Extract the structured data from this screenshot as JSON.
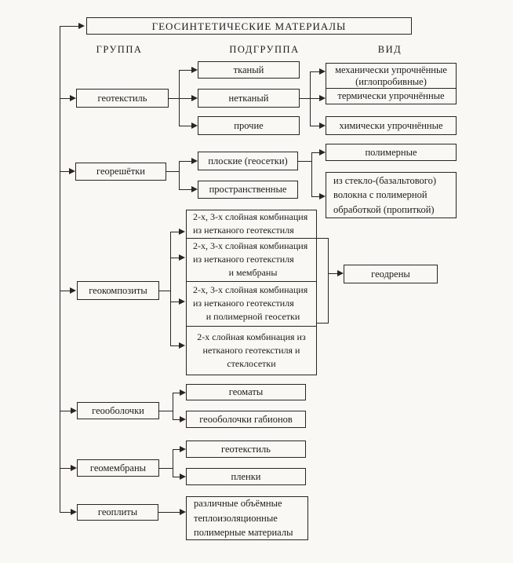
{
  "diagram": {
    "title": "ГЕОСИНТЕТИЧЕСКИЕ МАТЕРИАЛЫ",
    "headers": {
      "group": "ГРУППА",
      "subgroup": "ПОДГРУППА",
      "kind": "ВИД"
    }
  },
  "groups": {
    "geotextile": "геотекстиль",
    "geogrids": "георешётки",
    "geocomposites": "геокомпозиты",
    "geoshells": "геооболочки",
    "geomembranes": "геомембраны",
    "geoplates": "геоплиты"
  },
  "subgroups": {
    "woven": "тканый",
    "nonwoven": "нетканый",
    "other": "прочие",
    "flat": "плоские (геосетки)",
    "spatial": "пространственные",
    "combo1": [
      "2-х, 3-х слойная комбинация",
      "из нетканого геотекстиля"
    ],
    "combo2": [
      "2-х, 3-х слойная комбинация",
      "из нетканого геотекстиля",
      "и мембраны"
    ],
    "combo3": [
      "2-х, 3-х слойная комбинация",
      "из нетканого геотекстиля",
      "и полимерной геосетки"
    ],
    "combo4": [
      "2-х слойная комбинация из",
      "нетканого геотекстиля и",
      "стеклосетки"
    ],
    "geomats": "геоматы",
    "gabions": "геооболочки габионов",
    "membrane_textile": "геотекстиль",
    "films": "пленки",
    "insulation": [
      "различные объёмные",
      "теплоизоляционные",
      "полимерные материалы"
    ]
  },
  "kinds": {
    "mechanical": [
      "механически упрочнённые",
      "(иглопробивные)"
    ],
    "thermal": "термически упрочнённые",
    "chemical": "химически упрочнённые",
    "polymeric": "полимерные",
    "glass": [
      "из стекло-(базальтового)",
      "волокна с полимерной",
      "обработкой (пропиткой)"
    ],
    "geodrains": "геодрены"
  },
  "colors": {
    "ink": "#29261f",
    "paper": "#faf8f5"
  }
}
